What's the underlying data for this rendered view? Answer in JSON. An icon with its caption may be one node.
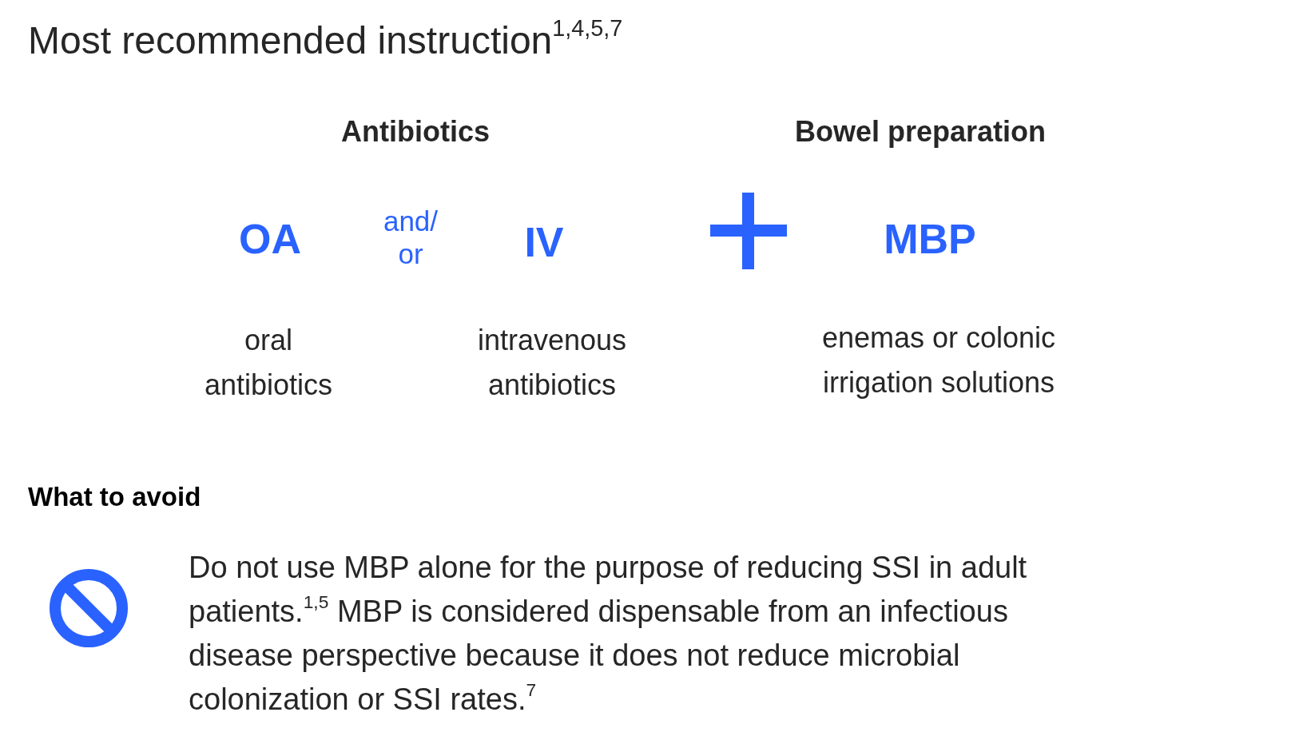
{
  "diagram": {
    "title": "Most recommended instruction$^{1,4,5,7}$",
    "labels": [
      "Antibiotics",
      "Bowel preparation",
      "OA",
      "and/ or",
      "IV",
      "MBP",
      "oral antibiotics",
      "intravenous antibiotics",
      "enemas or colonic irrigation solutions",
      "What to avoid",
      "Do not use MBP alone for the purpose of reducing SSI in adult patients.$^{1,5}$ MBP is considered dispensable from an infectious disease perspective because it does not reduce microbial colonization or SSI rates.$^{7}$"
    ]
  }
}
